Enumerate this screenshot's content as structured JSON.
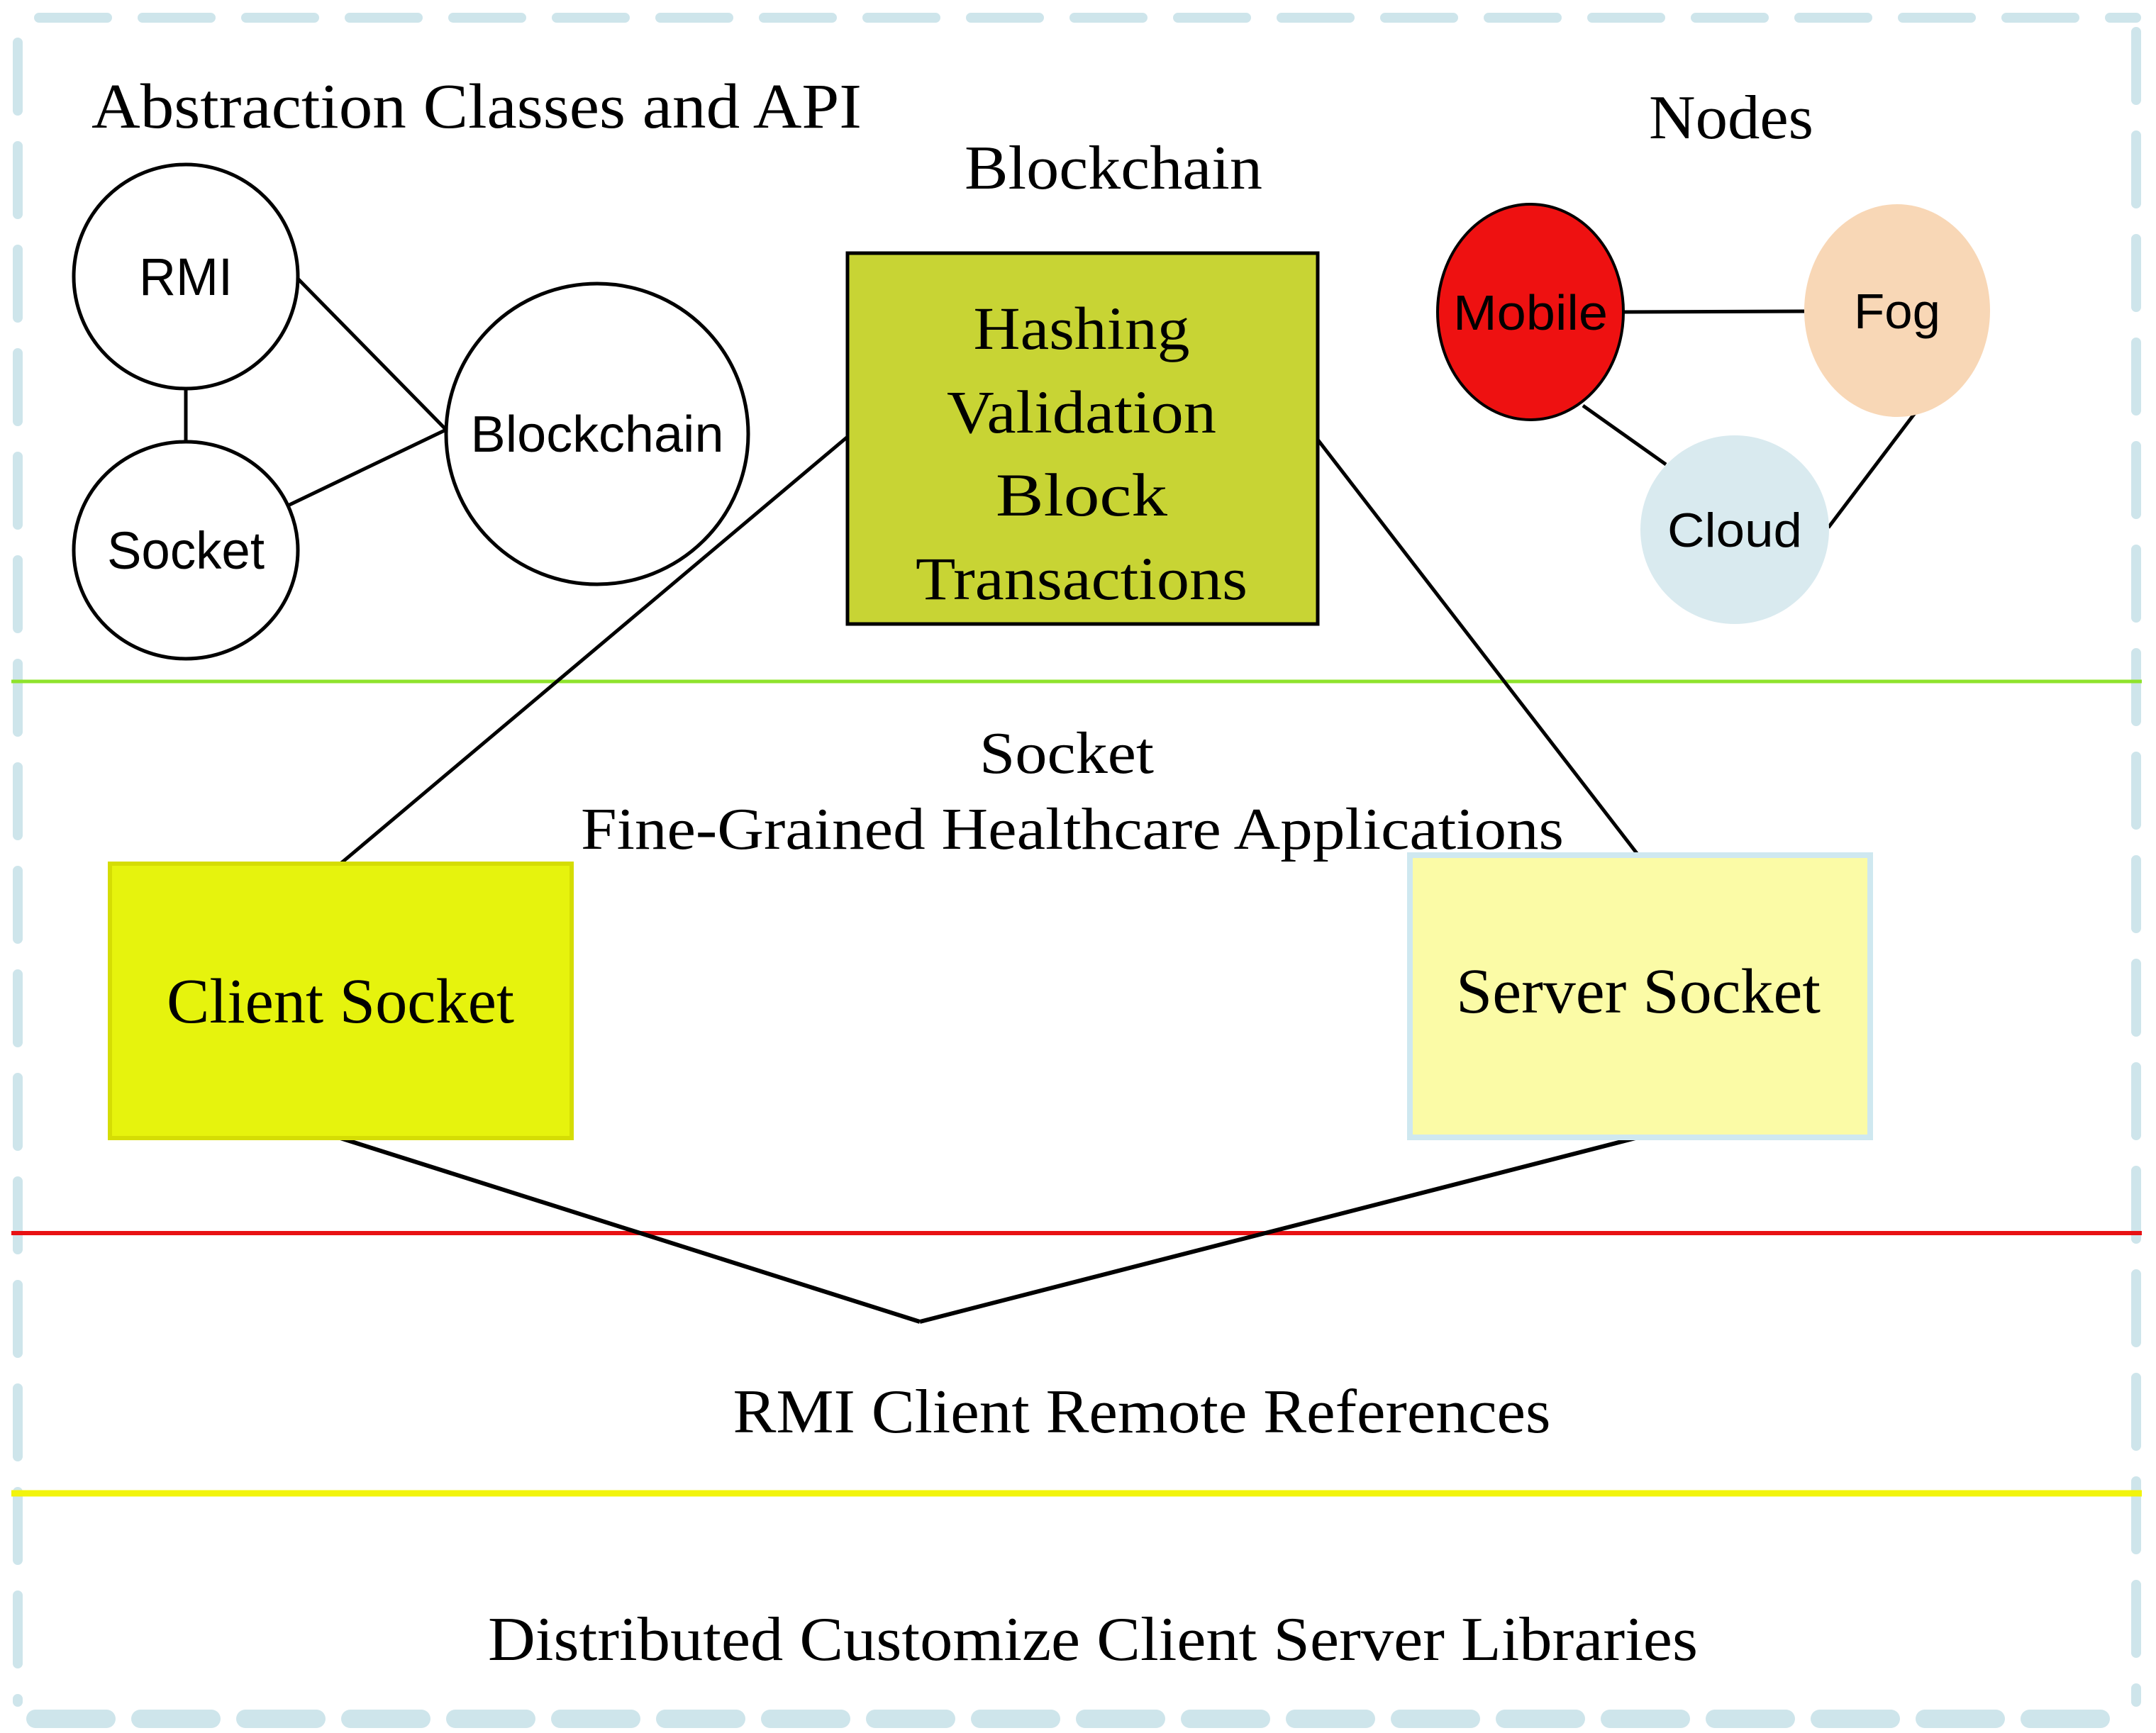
{
  "diagram": {
    "abstraction": {
      "title": "Abstraction Classes and API",
      "rmi_label": "RMI",
      "socket_label": "Socket",
      "blockchain_label": "Blockchain"
    },
    "blockchain_stack": {
      "title": "Blockchain",
      "lines": [
        "Hashing",
        "Validation",
        "Block",
        "Transactions"
      ]
    },
    "nodes": {
      "title": "Nodes",
      "mobile_label": "Mobile",
      "fog_label": "Fog",
      "cloud_label": "Cloud"
    },
    "socket_layer": {
      "title": "Socket",
      "subtitle": "Fine-Grained Healthcare Applications",
      "client_box_label": "Client Socket",
      "server_box_label": "Server Socket"
    },
    "rmi_layer": {
      "label": "RMI Client Remote References"
    },
    "libraries_layer": {
      "label": "Distributed Customize Client Server Libraries"
    },
    "colors": {
      "border_dash": "#CEE5EB",
      "green_divider": "#8FE32C",
      "red_divider": "#E81113",
      "yellow_divider": "#F2F40C",
      "blockchain_box": "#C8D434",
      "client_box": "#E6F30D",
      "client_box_border": "#D5DD04",
      "server_box": "#FBFBA6",
      "server_box_border": "#CFE8F0",
      "mobile": "#EE1111",
      "fog": "#F8D7B6",
      "cloud": "#D9EAEF"
    }
  }
}
